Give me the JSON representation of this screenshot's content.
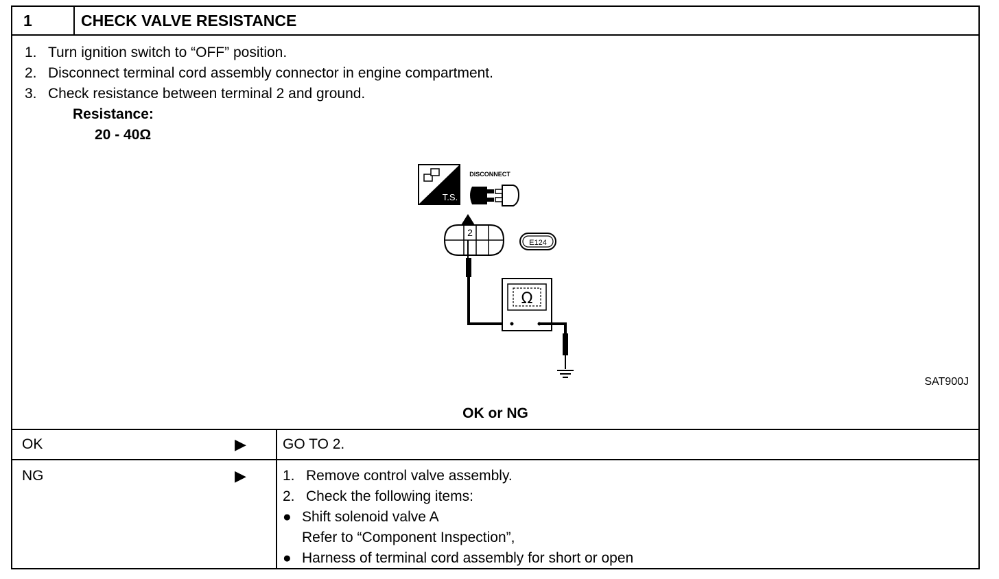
{
  "header": {
    "number": "1",
    "title": "CHECK VALVE RESISTANCE"
  },
  "steps": [
    {
      "num": "1.",
      "text": "Turn ignition switch to “OFF” position."
    },
    {
      "num": "2.",
      "text": "Disconnect terminal cord assembly connector in engine compartment."
    },
    {
      "num": "3.",
      "text": "Check resistance between terminal 2 and ground."
    }
  ],
  "spec": {
    "label": "Resistance:",
    "value": "20 - 40Ω"
  },
  "diagram": {
    "ts_label": "T.S.",
    "disconnect_label": "DISCONNECT",
    "terminal_number": "2",
    "connector_id": "E124",
    "meter_symbol": "Ω",
    "figure_code": "SAT900J"
  },
  "question": "OK or NG",
  "results": {
    "ok": {
      "label": "OK",
      "action": "GO TO 2."
    },
    "ng": {
      "label": "NG",
      "items": [
        {
          "type": "num",
          "mark": "1.",
          "text": "Remove control valve assembly."
        },
        {
          "type": "num",
          "mark": "2.",
          "text": "Check the following items:"
        },
        {
          "type": "bullet",
          "mark": "●",
          "text": "Shift solenoid valve A"
        },
        {
          "type": "cont",
          "mark": "",
          "text": "Refer to “Component Inspection”,"
        },
        {
          "type": "bullet",
          "mark": "●",
          "text": "Harness of terminal cord assembly for short or open"
        }
      ]
    },
    "arrow_icon": "▶"
  }
}
